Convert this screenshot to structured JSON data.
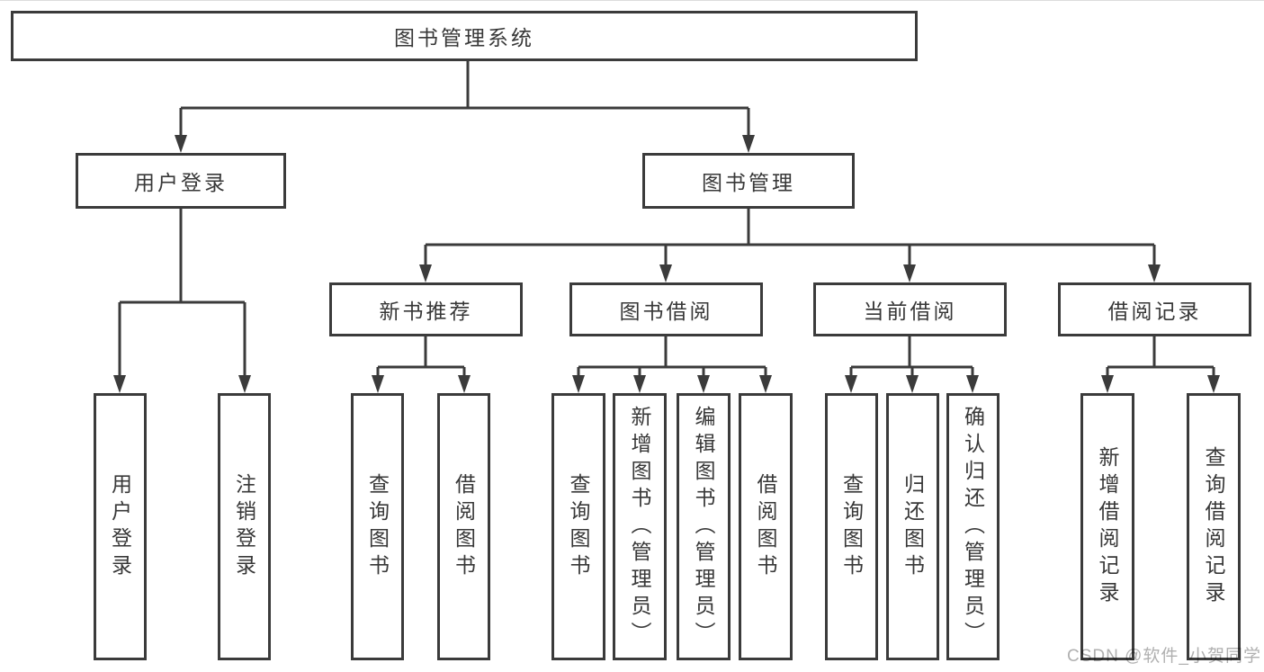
{
  "tree": {
    "label": "图书管理系统",
    "children": [
      {
        "label": "用户登录",
        "children": [
          {
            "label": "用户登录"
          },
          {
            "label": "注销登录"
          }
        ]
      },
      {
        "label": "图书管理",
        "children": [
          {
            "label": "新书推荐",
            "children": [
              {
                "label": "查询图书"
              },
              {
                "label": "借阅图书"
              }
            ]
          },
          {
            "label": "图书借阅",
            "children": [
              {
                "label": "查询图书"
              },
              {
                "label": "新增图书（管理员）"
              },
              {
                "label": "编辑图书（管理员）"
              },
              {
                "label": "借阅图书"
              }
            ]
          },
          {
            "label": "当前借阅",
            "children": [
              {
                "label": "查询图书"
              },
              {
                "label": "归还图书"
              },
              {
                "label": "确认归还（管理员）"
              }
            ]
          },
          {
            "label": "借阅记录",
            "children": [
              {
                "label": "新增借阅记录"
              },
              {
                "label": "查询借阅记录"
              }
            ]
          }
        ]
      }
    ]
  },
  "watermark": {
    "text": "CSDN @软件_小贺同学"
  },
  "colors": {
    "line": "#3b3b3b",
    "text": "#383838",
    "watermark": "#b0b0b0",
    "background": "#ffffff"
  }
}
